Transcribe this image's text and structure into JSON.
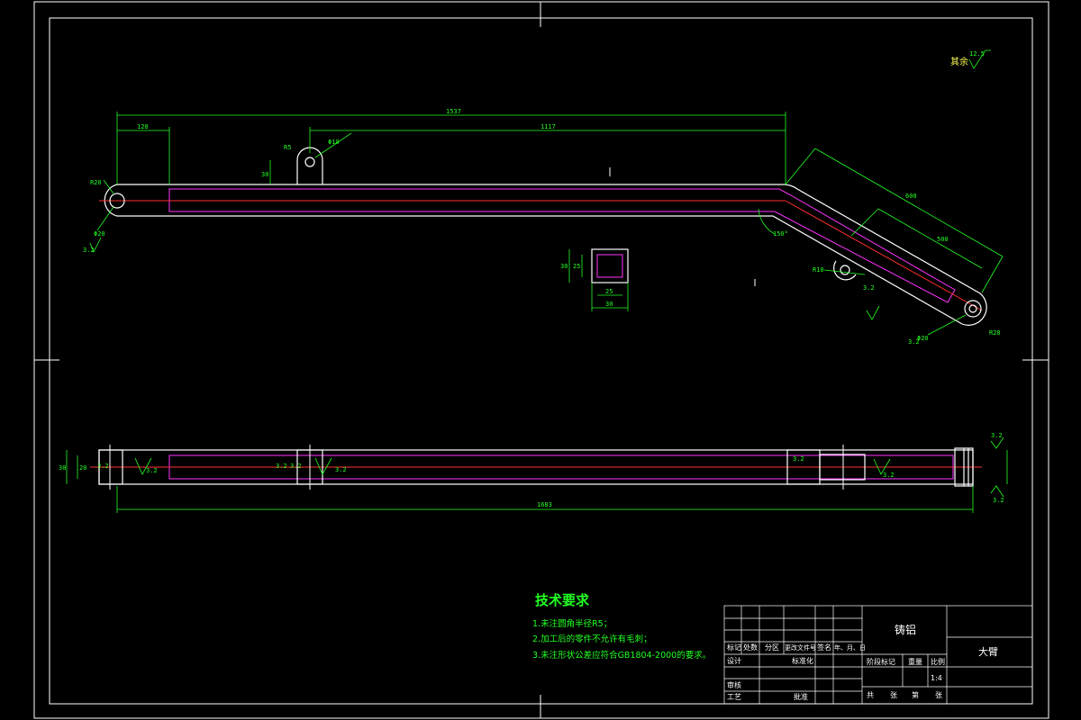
{
  "drawing": {
    "surface_roughness_note": "其余",
    "surface_roughness_value": "12.5",
    "top_view": {
      "dim_overall": "1537",
      "dim_left": "128",
      "dim_middle": "1117",
      "dim_ear_r": "R5",
      "dim_ear_h": "30",
      "dim_ear_hole": "Φ10",
      "dim_left_r": "R20",
      "dim_left_hole": "Φ20",
      "dim_right_angle": "150°",
      "dim_right_long": "600",
      "dim_right_short": "500",
      "dim_right_r": "R20",
      "dim_right_hole": "Φ20",
      "dim_right_ear_r": "R10",
      "roughness_a": "3.2",
      "roughness_b": "3.2",
      "roughness_c": "3.2"
    },
    "section": {
      "dim_height": "30",
      "dim_inner_h": "25",
      "dim_inner_w": "25",
      "dim_width": "30"
    },
    "bottom_view": {
      "dim_overall": "1683",
      "dim_height": "30",
      "dim_slot": "20",
      "roughness_values": [
        "3.2",
        "3.2",
        "3.2",
        "3.2",
        "3.2",
        "3.2",
        "3.2",
        "3.2",
        "3.2"
      ]
    },
    "tech_requirements": {
      "title": "技术要求",
      "items": [
        "1.未注圆角半径R5；",
        "2.加工后的零件不允许有毛刺；",
        "3.未注形状公差应符合GB1804-2000的要求。"
      ]
    },
    "title_block": {
      "material": "铸铝",
      "part_name": "大臂",
      "scale": "1:4",
      "row_labels": [
        "标记",
        "处数",
        "分区",
        "更改文件号",
        "签名",
        "年、月、日"
      ],
      "design": "设计",
      "standardize": "标准化",
      "review": "审核",
      "process": "工艺",
      "approve": "批准",
      "stage_mark": "阶段标记",
      "weight": "重量",
      "ratio": "比例",
      "sheets": [
        "共",
        "张",
        "第",
        "张"
      ]
    }
  }
}
